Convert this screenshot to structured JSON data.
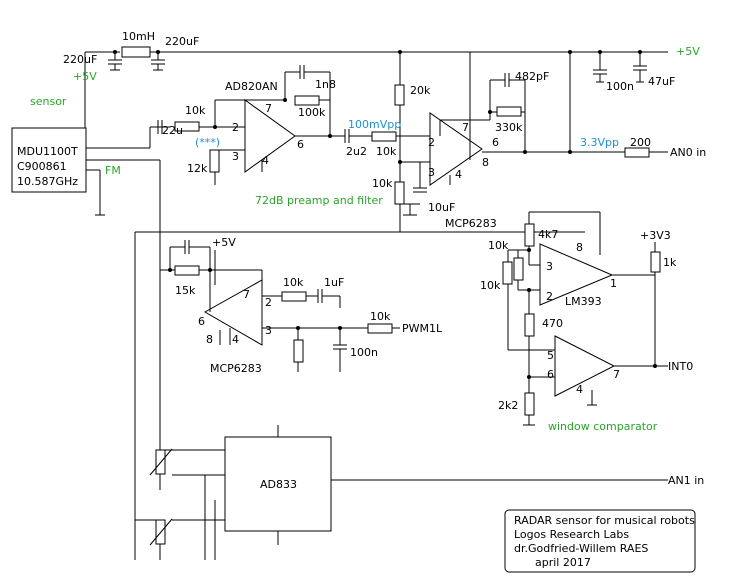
{
  "labels": {
    "inductor": "10mH",
    "cap_220uF_left": "220uF",
    "cap_220uF_right": "220uF",
    "vcc_left": "+5V",
    "vcc_right": "+5V",
    "cap_100n_top": "100n",
    "cap_47uF": "47uF",
    "sensor_note": "sensor",
    "sensor_part": "MDU1100T",
    "sensor_code": "C900861",
    "sensor_freq": "10.587GHz",
    "fm_pin": "FM",
    "preamp_part": "AD820AN",
    "res_10k_a": "10k",
    "cap_22u": "22u",
    "note_stars": "(***)",
    "res_12k": "12k",
    "cap_1n8": "1n8",
    "res_100k": "100k",
    "pin_7a": "7",
    "pin_2a": "2",
    "pin_3a": "3",
    "pin_6a": "6",
    "pin_4a": "4",
    "level_100mVpp": "100mVpp",
    "cap_2u2": "2u2",
    "res_10k_b": "10k",
    "res_20k": "20k",
    "cap_482pF": "482pF",
    "res_330k": "330k",
    "pin_7b": "7",
    "pin_2b": "2",
    "pin_3b": "3",
    "pin_6b": "6",
    "pin_4b": "4",
    "pin_8b": "8",
    "res_10k_c": "10k",
    "cap_10uF": "10uF",
    "amp2_part": "MCP6283",
    "preamp_caption": "72dB preamp and filter",
    "level_3v3pp": "3.3Vpp",
    "res_200": "200",
    "an0_label": "AN0 in",
    "res_4k7": "4k7",
    "vcc_3v3": "+3V3",
    "res_1k": "1k",
    "res_10k_d": "10k",
    "res_10k_e": "10k",
    "comp_part": "LM393",
    "pin_8c": "8",
    "pin_3c": "3",
    "pin_2c": "2",
    "pin_1c": "1",
    "res_470": "470",
    "pin_5d": "5",
    "pin_6d": "6",
    "pin_7d": "7",
    "pin_4d": "4",
    "int0_label": "INT0",
    "res_2k2": "2k2",
    "window_caption": "window comparator",
    "vcc_mid": "+5V",
    "res_15k": "15k",
    "res_10k_f": "10k",
    "cap_1uF": "1uF",
    "pin_7e": "7",
    "pin_2e": "2",
    "pin_3e": "3",
    "pin_6e": "6",
    "pin_8e": "8",
    "pin_4e": "4",
    "amp3_part": "MCP6283",
    "res_10k_g": "10k",
    "pwm_label": "PWM1L",
    "cap_100n_mid": "100n",
    "dac_part": "AD833",
    "an1_label": "AN1 in"
  },
  "title_block": {
    "line1": "RADAR sensor for musical robots",
    "line2": "Logos Research Labs",
    "line3": "dr.Godfried-Willem RAES",
    "line4": "april 2017"
  },
  "colors": {
    "wire": "#000000",
    "annotation_blue": "#1f8fd6",
    "annotation_green": "#2aa52a"
  }
}
